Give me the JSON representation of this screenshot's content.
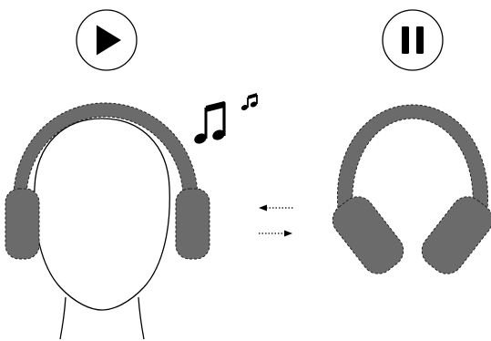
{
  "diagram": {
    "states": [
      {
        "icon": "play-icon",
        "headphones": "headphones-on-head",
        "music": "music-notes-icon"
      },
      {
        "icon": "pause-icon",
        "headphones": "headphones-removed"
      }
    ],
    "transitions": [
      {
        "direction": "left",
        "icon": "arrow-left-icon"
      },
      {
        "direction": "right",
        "icon": "arrow-right-icon"
      }
    ],
    "colors": {
      "stroke": "#000000",
      "headphone_fill": "#6b6b6b",
      "background": "#ffffff"
    }
  }
}
